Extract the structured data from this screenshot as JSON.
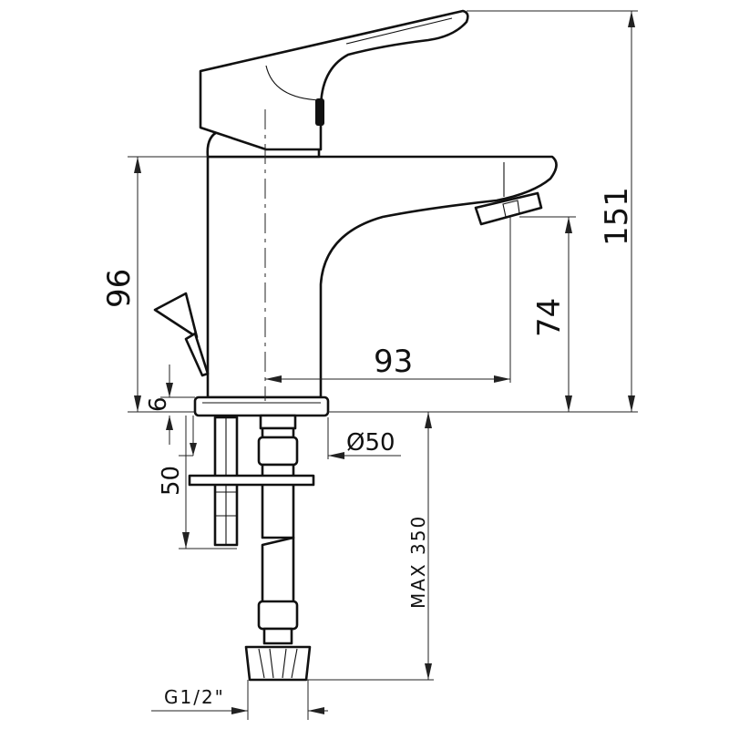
{
  "dimensions": {
    "total_height": "151",
    "body_height": "96",
    "outlet_height": "74",
    "spout_reach": "93",
    "base_thickness": "6",
    "shank_length": "50",
    "base_diameter": "Ø50",
    "hose_max_length": "MAX 350",
    "thread": "G1/2\""
  }
}
